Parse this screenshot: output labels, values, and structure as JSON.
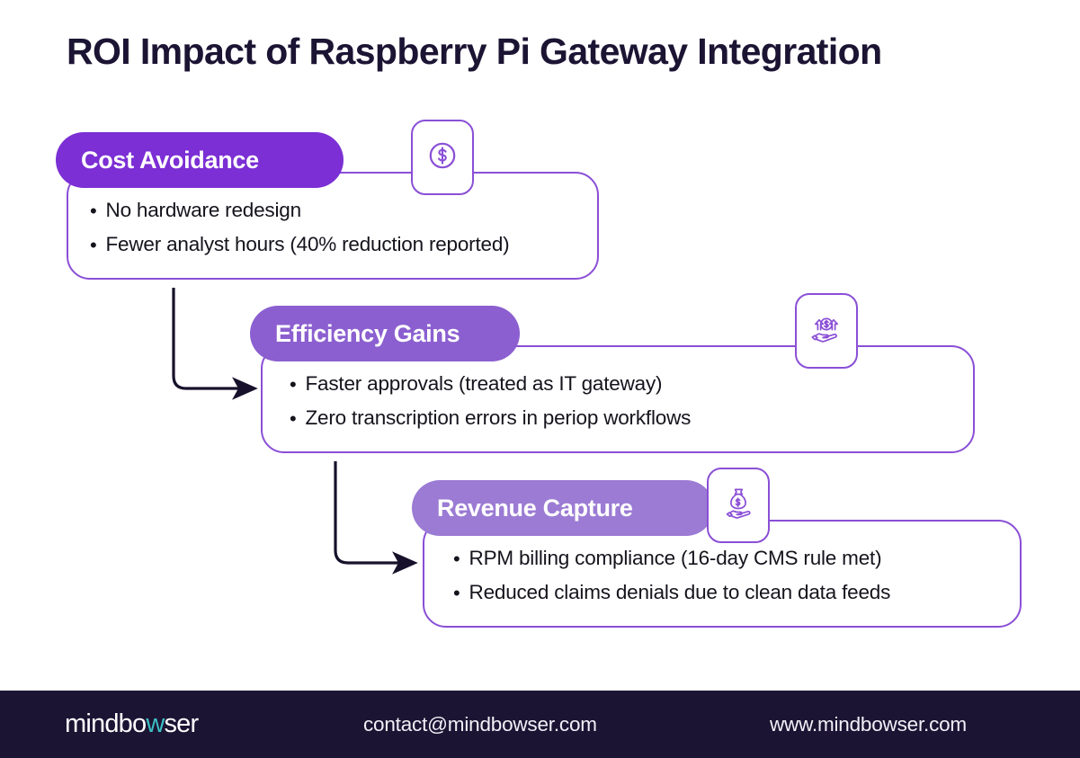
{
  "page": {
    "title": "ROI Impact of Raspberry Pi Gateway Integration",
    "background_color": "#ffffff",
    "title_color": "#1C1433",
    "accent_color": "#7B2FD4",
    "border_color": "#8A4FD6",
    "arrow_color": "#1C1433"
  },
  "cards": [
    {
      "heading": "Cost Avoidance",
      "pill_color": "#7B2FD4",
      "icon": "dollar-circle-icon",
      "bullets": [
        "No hardware redesign",
        "Fewer analyst hours (40% reduction reported)"
      ]
    },
    {
      "heading": "Efficiency Gains",
      "pill_color": "#8B5FD0",
      "icon": "hand-coin-growth-icon",
      "bullets": [
        "Faster approvals (treated as IT gateway)",
        "Zero transcription errors in periop workflows"
      ]
    },
    {
      "heading": "Revenue Capture",
      "pill_color": "#9B7BD4",
      "icon": "hand-money-bag-icon",
      "bullets": [
        "RPM billing compliance (16-day CMS rule met)",
        "Reduced claims denials due to clean data feeds"
      ]
    }
  ],
  "bullet_marker": "•",
  "footer": {
    "background_color": "#1C1433",
    "logo_part1": "mindbo",
    "logo_highlight": "w",
    "logo_part2": "ser",
    "logo_highlight_color": "#3CBFC4",
    "email": "contact@mindbowser.com",
    "website": "www.mindbowser.com"
  }
}
